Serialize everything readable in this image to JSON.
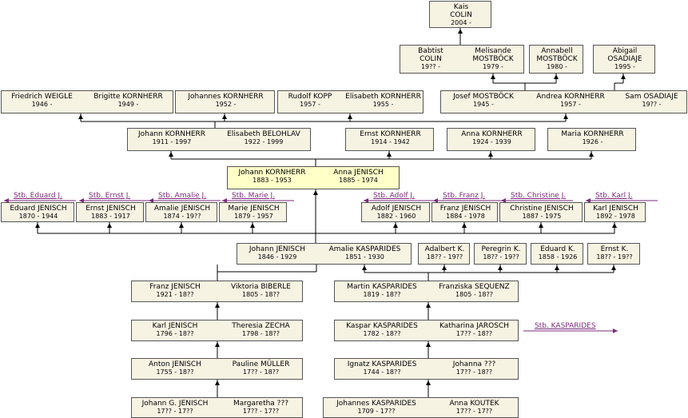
{
  "persons": {
    "kais": {
      "name": "Kais",
      "name2": "COLIN",
      "dates": "2004 -"
    },
    "baptist": {
      "name": "Babtist",
      "name2": "COLIN",
      "dates": "19?? -"
    },
    "melisande": {
      "name": "Melisande",
      "name2": "MOSTBÖCK",
      "dates": "1979 -"
    },
    "annabell": {
      "name": "Annabell",
      "name2": "MOSTBÖCK",
      "dates": "1980 -"
    },
    "abigail": {
      "name": "Abigail",
      "name2": "OSADIAJE",
      "dates": "1995 -"
    },
    "friedrich": {
      "name": "Friedrich WEIGLE",
      "dates": "1946 -"
    },
    "brigitte": {
      "name": "Brigitte KORNHERR",
      "dates": "1949 -"
    },
    "johannes_k": {
      "name": "Johannes KORNHERR",
      "dates": "1952 -"
    },
    "rudolf": {
      "name": "Rudolf KOPP",
      "dates": "1957 -"
    },
    "elisabeth_k": {
      "name": "Elisabeth KORNHERR",
      "dates": "1955 -"
    },
    "josef": {
      "name": "Josef MOSTBÖCK",
      "dates": "1945 -"
    },
    "andrea": {
      "name": "Andrea KORNHERR",
      "dates": "1957 -"
    },
    "sam": {
      "name": "Sam OSADIAJE",
      "dates": "19?? -"
    },
    "johann_k2": {
      "name": "Johann KORNHERR",
      "dates": "1911 - 1997"
    },
    "elisabeth_b": {
      "name": "Elisabeth BELOHLAV",
      "dates": "1922 - 1999"
    },
    "ernst_k": {
      "name": "Ernst KORNHERR",
      "dates": "1914 - 1942"
    },
    "anna_k": {
      "name": "Anna KORNHERR",
      "dates": "1924 - 1939"
    },
    "maria_k": {
      "name": "Maria KORNHERR",
      "dates": "1926 -"
    },
    "johann_k1": {
      "name": "Johann KORNHERR",
      "dates": "1883 - 1953"
    },
    "anna_j": {
      "name": "Anna JENISCH",
      "dates": "1885 - 1974"
    },
    "eduard_j": {
      "name": "Eduard JENISCH",
      "dates": "1870 - 1944"
    },
    "ernst_j": {
      "name": "Ernst JENISCH",
      "dates": "1883 - 1917"
    },
    "amalie_j": {
      "name": "Amalie JENISCH",
      "dates": "1874 - 19??"
    },
    "marie_j": {
      "name": "Marie JENISCH",
      "dates": "1879 - 1957"
    },
    "adolf_j": {
      "name": "Adolf JENISCH",
      "dates": "1882 - 1960"
    },
    "franz_j2": {
      "name": "Franz JENISCH",
      "dates": "1884 - 1978"
    },
    "christine_j": {
      "name": "Christine JENISCH",
      "dates": "1887 - 1975"
    },
    "karl_j2": {
      "name": "Karl JENISCH",
      "dates": "1892 - 1978"
    },
    "johann_j": {
      "name": "Johann JENISCH",
      "dates": "1846 - 1929"
    },
    "amalie_k": {
      "name": "Amalie KASPARIDES",
      "dates": "1851 - 1930"
    },
    "adalbert": {
      "name": "Adalbert K.",
      "dates": "18?? - 19??"
    },
    "peregrin": {
      "name": "Peregrin K.",
      "dates": "18?? - 19??"
    },
    "eduard_k": {
      "name": "Eduard K.",
      "dates": "1858 - 1926"
    },
    "ernst_kk": {
      "name": "Ernst K.",
      "dates": "18?? - 19??"
    },
    "franz_j": {
      "name": "Franz JENISCH",
      "dates": "1921 - 18??"
    },
    "viktoria": {
      "name": "Viktoria BIBERLE",
      "dates": "1805 - 18??"
    },
    "martin": {
      "name": "Martin KASPARIDES",
      "dates": "1819 - 18??"
    },
    "franziska": {
      "name": "Franziska SEQUENZ",
      "dates": "1805 - 18??"
    },
    "karl_j": {
      "name": "Karl JENISCH",
      "dates": "1796 - 18??"
    },
    "theresia": {
      "name": "Theresia ZECHA",
      "dates": "1798 - 18??"
    },
    "kaspar": {
      "name": "Kaspar KASPARIDES",
      "dates": "1782 - 18??"
    },
    "katharina": {
      "name": "Katharina JAROSCH",
      "dates": "17?? - 18??"
    },
    "anton": {
      "name": "Anton JENISCH",
      "dates": "1755 - 18??"
    },
    "pauline": {
      "name": "Pauline MÜLLER",
      "dates": "17?? - 18??"
    },
    "ignatz": {
      "name": "Ignatz KASPARIDES",
      "dates": "1744 - 18??"
    },
    "johanna": {
      "name": "Johanna ???",
      "dates": "17?? - 18??"
    },
    "johann_g": {
      "name": "Johann G. JENISCH",
      "dates": "17?? - 17??"
    },
    "margaretha": {
      "name": "Margaretha ???",
      "dates": "17?? - 17??"
    },
    "johannes_kas": {
      "name": "Johannes KASPARIDES",
      "dates": "1709 - 17??"
    },
    "anna_kout": {
      "name": "Anna KOUTEK",
      "dates": "17?? - 17??"
    }
  },
  "stb": {
    "eduard": "Stb. Eduard J.",
    "ernst": "Stb. Ernst J.",
    "amalie": "Stb. Amalie J.",
    "marie": "Stb. Marie J.",
    "adolf": "Stb. Adolf J.",
    "franz": "Stb. Franz J.",
    "christine": "Stb. Christine J.",
    "karl": "Stb. Karl J.",
    "kasparides": "Stb. KASPARIDES"
  },
  "colors": {
    "box_bg": "#f7f3e3",
    "highlight_bg": "#ffffc8",
    "line": "#000000",
    "stb_link": "#7a2a7a",
    "border": "#555555"
  }
}
